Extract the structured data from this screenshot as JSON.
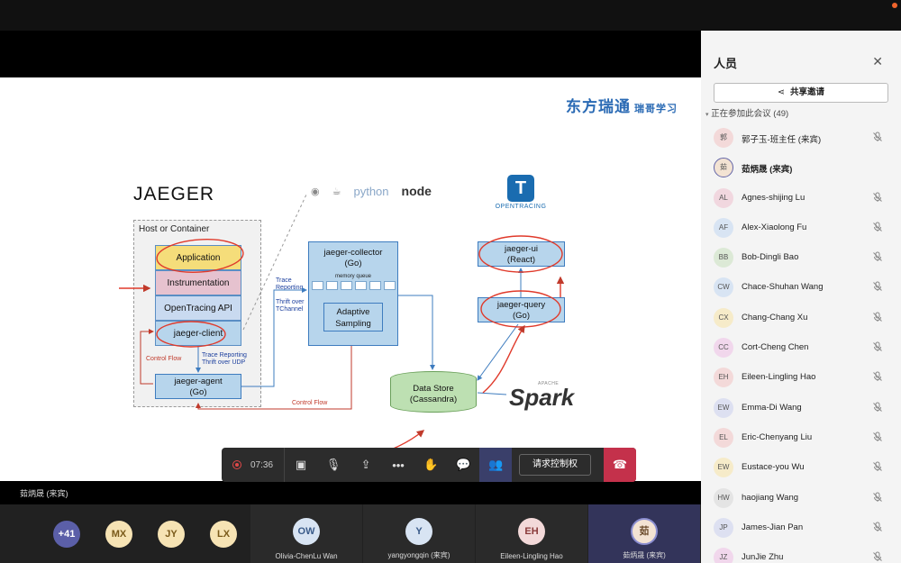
{
  "slide": {
    "logo_cn": "东方瑞通",
    "logo_sub": "瑞哥学习",
    "title": "JAEGER",
    "langs": [
      "python",
      "node"
    ],
    "opentracing_label": "OPENTRACING",
    "host_label": "Host or Container",
    "stack": [
      "Application",
      "Instrumentation",
      "OpenTracing API",
      "jaeger-client"
    ],
    "agent": [
      "jaeger-agent",
      "(Go)"
    ],
    "collector": [
      "jaeger-collector",
      "(Go)"
    ],
    "memory_queue": "memory queue",
    "adaptive": [
      "Adaptive",
      "Sampling"
    ],
    "jaeger_ui": [
      "jaeger-ui",
      "(React)"
    ],
    "jaeger_query": [
      "jaeger-query",
      "(Go)"
    ],
    "data_store": [
      "Data Store",
      "(Cassandra)"
    ],
    "spark": "Spark",
    "spark_apache": "APACHE",
    "note_trace_reporting": "Trace\nReporting",
    "note_thrift_tchannel": "Thrift over\nTChannel",
    "note_control_flow_left": "Control Flow",
    "note_trace_udp": "Trace Reporting\nThrift over UDP",
    "note_control_flow_bottom": "Control Flow"
  },
  "presenter_name": "茹炳晟 (来宾)",
  "toolbar": {
    "timer": "07:36",
    "request_label": "请求控制权"
  },
  "bottom": {
    "overflow": "+41",
    "small_avatars": [
      "MX",
      "JY",
      "LX"
    ],
    "tiles": [
      {
        "initials": "OW",
        "name": "Olivia-ChenLu Wan"
      },
      {
        "initials": "Y",
        "name": "yangyongqin (来宾)"
      },
      {
        "initials": "EH",
        "name": "Eileen-Lingling Hao"
      },
      {
        "initials": "茹",
        "name": "茹炳晟 (来宾)"
      }
    ]
  },
  "panel": {
    "title": "人员",
    "share_label": "共享邀请",
    "in_meeting": "正在参加此会议 (49)",
    "participants": [
      {
        "initials": "郭",
        "name": "郭子玉-班主任 (来宾)",
        "color": "#f3d9d9",
        "muted": true
      },
      {
        "initials": "茹",
        "name": "茹炳晟 (来宾)",
        "color": "#f3e3d3",
        "muted": false
      },
      {
        "initials": "AL",
        "name": "Agnes-shijing Lu",
        "color": "#f1d7df",
        "muted": true
      },
      {
        "initials": "AF",
        "name": "Alex-Xiaolong Fu",
        "color": "#d8e4f3",
        "muted": true
      },
      {
        "initials": "BB",
        "name": "Bob-Dingli Bao",
        "color": "#dce9d6",
        "muted": true
      },
      {
        "initials": "CW",
        "name": "Chace-Shuhan Wang",
        "color": "#d8e4f3",
        "muted": true
      },
      {
        "initials": "CX",
        "name": "Chang-Chang Xu",
        "color": "#f6ebc9",
        "muted": true
      },
      {
        "initials": "CC",
        "name": "Cort-Cheng Chen",
        "color": "#f1d7ec",
        "muted": true
      },
      {
        "initials": "EH",
        "name": "Eileen-Lingling Hao",
        "color": "#f3d9d9",
        "muted": true
      },
      {
        "initials": "EW",
        "name": "Emma-Di Wang",
        "color": "#dde0f1",
        "muted": true
      },
      {
        "initials": "EL",
        "name": "Eric-Chenyang Liu",
        "color": "#f3d9d9",
        "muted": true
      },
      {
        "initials": "EW",
        "name": "Eustace-you Wu",
        "color": "#f6ebc9",
        "muted": true
      },
      {
        "initials": "HW",
        "name": "haojiang Wang",
        "color": "#e4e4e4",
        "muted": true
      },
      {
        "initials": "JP",
        "name": "James-Jian Pan",
        "color": "#dde0f1",
        "muted": true
      },
      {
        "initials": "JZ",
        "name": "JunJie Zhu",
        "color": "#f1d7ec",
        "muted": true
      }
    ]
  }
}
